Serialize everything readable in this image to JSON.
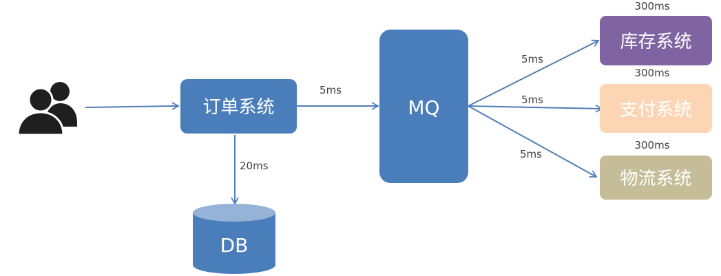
{
  "nodes": {
    "order": {
      "label": "订单系统"
    },
    "mq": {
      "label": "MQ"
    },
    "db": {
      "label": "DB"
    },
    "inventory": {
      "label": "库存系统",
      "latency": "300ms"
    },
    "payment": {
      "label": "支付系统",
      "latency": "300ms"
    },
    "logistics": {
      "label": "物流系统",
      "latency": "300ms"
    }
  },
  "edges": {
    "order_to_mq": "5ms",
    "order_to_db": "20ms",
    "mq_to_inventory": "5ms",
    "mq_to_payment": "5ms",
    "mq_to_logistics": "5ms"
  },
  "icons": {
    "users": "users-icon"
  },
  "colors": {
    "primary_blue": "#4a7ebb",
    "arrow_blue": "#4f7db8",
    "inventory_purple": "#8064a2",
    "payment_peach": "#fcd5b5",
    "logistics_khaki": "#c4bd97",
    "db_top": "#95b3d7",
    "user_dark": "#1f1f1f"
  }
}
